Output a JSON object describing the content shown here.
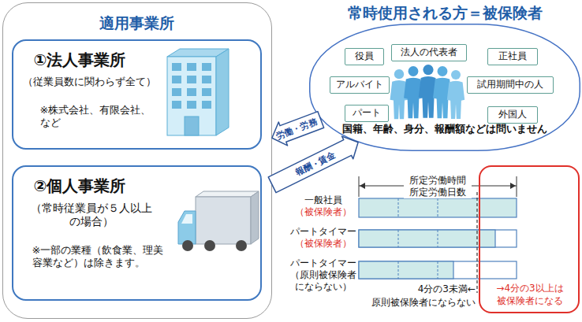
{
  "diagram": {
    "nodes": [
      {
        "text": [
          "適用事業所"
        ]
      },
      {
        "text": [
          "①法人事業所",
          "（従業員数に関わらず全て）",
          "※株式会社、有限会社、 など"
        ],
        "in": 0
      },
      {
        "text": [
          "②個人事業所",
          "（常時従業員が５人以上 の場合）",
          "※一部の業種（飲食業、理美 容業など）は除きます。"
        ],
        "in": 0
      },
      {
        "text": [
          "常時使用される方＝被保険者",
          "国籍、年齢、身分、報酬額などは問いません"
        ]
      },
      {
        "text": [
          "役員"
        ],
        "in": 3
      },
      {
        "text": [
          "法人の代表者"
        ],
        "in": 3
      },
      {
        "text": [
          "正社員"
        ],
        "in": 3
      },
      {
        "text": [
          "アルバイト"
        ],
        "in": 3
      },
      {
        "text": [
          "試用期間中の人"
        ],
        "in": 3
      },
      {
        "text": [
          "パート"
        ],
        "in": 3
      },
      {
        "text": [
          "外国人"
        ],
        "in": 3
      },
      {
        "text": [
          "→4分の3以上は 被保険者になる"
        ]
      }
    ],
    "edges": [
      {
        "from": 3,
        "to": 0,
        "label": "労働・労務",
        "arrow": "to"
      },
      {
        "from": 0,
        "to": 3,
        "label": "報酬・賃金",
        "arrow": "to"
      }
    ],
    "labels": [
      "所定労働時間 所定労働日数",
      "一般社員",
      "（被保険者）",
      "パートタイマー",
      "（被保険者）",
      "パートタイマー",
      "（原則被保険者 にならない）",
      "4分の3未満←",
      "原則被保険者にならない"
    ]
  }
}
